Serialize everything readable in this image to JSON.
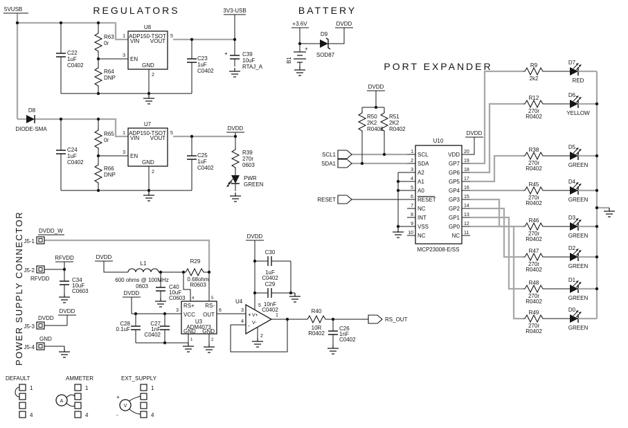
{
  "titles": {
    "regulators": "REGULATORS",
    "battery": "BATTERY",
    "port_expander": "PORT EXPANDER",
    "power_supply": "POWER SUPPLY CONNECTOR"
  },
  "nets": {
    "vusb5": "5VUSB",
    "v33usb": "3V3-USB",
    "dvdd": "DVDD",
    "p3v6": "+3.6V",
    "dvdd_w": "DVDD_W",
    "rfvdd": "RFVDD",
    "scl1": "SCL1",
    "sda1": "SDA1",
    "reset": "RESET",
    "rs_out": "RS_OUT",
    "gnd": "GND"
  },
  "reg1": {
    "ic": {
      "ref": "U8",
      "part": "ADP150-TSOT",
      "vin": "VIN",
      "en": "EN",
      "vout": "VOUT",
      "gnd": "GND",
      "n_vin": "1",
      "n_en": "3",
      "n_vout": "5",
      "n_gnd": "2"
    },
    "c_in": {
      "ref": "C22",
      "val": "1uF",
      "pkg": "C0402"
    },
    "r_top": {
      "ref": "R63",
      "val": "0r"
    },
    "r_bot": {
      "ref": "R64",
      "val": "DNP"
    },
    "c_out": {
      "ref": "C23",
      "val": "1uF",
      "pkg": "C0402"
    },
    "c_bulk": {
      "ref": "C39",
      "val": "10uF",
      "pkg": "RTAJ_A",
      "plus": "+"
    }
  },
  "reg2": {
    "d_in": {
      "ref": "D8",
      "pkg": "DIODE-SMA"
    },
    "ic": {
      "ref": "U7",
      "part": "ADP150-TSOT",
      "vin": "VIN",
      "en": "EN",
      "vout": "VOUT",
      "gnd": "GND",
      "n_vin": "1",
      "n_en": "3",
      "n_vout": "5",
      "n_gnd": "2"
    },
    "c_in": {
      "ref": "C24",
      "val": "1uF",
      "pkg": "C0402"
    },
    "r_top": {
      "ref": "R65",
      "val": "0r"
    },
    "r_bot": {
      "ref": "R66",
      "val": "DNP"
    },
    "c_out": {
      "ref": "C25",
      "val": "1uF",
      "pkg": "C0402"
    },
    "r_led": {
      "ref": "R39",
      "val": "270r",
      "pkg": "0603"
    },
    "led": {
      "ref": "PWR",
      "color": "GREEN"
    }
  },
  "battery": {
    "ref": "B1",
    "plus": "+",
    "diode": {
      "ref": "D9",
      "pkg": "SOD87"
    }
  },
  "px": {
    "r50": {
      "ref": "R50",
      "val": "2K2",
      "pkg": "R0402"
    },
    "r51": {
      "ref": "R51",
      "val": "2K2",
      "pkg": "R0402"
    },
    "u10": {
      "ref": "U10",
      "part": "MCP23008-E/SS",
      "left": [
        {
          "num": "1",
          "name": "SCL"
        },
        {
          "num": "2",
          "name": "SDA"
        },
        {
          "num": "3",
          "name": "A2"
        },
        {
          "num": "4",
          "name": "A1"
        },
        {
          "num": "5",
          "name": "A0"
        },
        {
          "num": "6",
          "name": "RESET"
        },
        {
          "num": "7",
          "name": "NC"
        },
        {
          "num": "8",
          "name": "INT"
        },
        {
          "num": "9",
          "name": "VSS"
        },
        {
          "num": "10",
          "name": "NC"
        }
      ],
      "right": [
        {
          "num": "20",
          "name": "VDD"
        },
        {
          "num": "19",
          "name": "GP7"
        },
        {
          "num": "18",
          "name": "GP6"
        },
        {
          "num": "17",
          "name": "GP5"
        },
        {
          "num": "16",
          "name": "GP4"
        },
        {
          "num": "15",
          "name": "GP3"
        },
        {
          "num": "14",
          "name": "GP2"
        },
        {
          "num": "13",
          "name": "GP1"
        },
        {
          "num": "12",
          "name": "GP0"
        },
        {
          "num": "11",
          "name": "NC"
        }
      ]
    }
  },
  "leds": {
    "rows": [
      {
        "r": "R9",
        "val": "2k2",
        "pkg": "",
        "d": "D7",
        "color": "RED"
      },
      {
        "r": "R12",
        "val": "270r",
        "pkg": "R0402",
        "d": "D6",
        "color": "YELLOW"
      },
      {
        "r": "R38",
        "val": "270r",
        "pkg": "R0402",
        "d": "D5",
        "color": "GREEN"
      },
      {
        "r": "R45",
        "val": "270r",
        "pkg": "R0402",
        "d": "D4",
        "color": "GREEN"
      },
      {
        "r": "R46",
        "val": "270r",
        "pkg": "R0402",
        "d": "D3",
        "color": "GREEN"
      },
      {
        "r": "R47",
        "val": "270r",
        "pkg": "R0402",
        "d": "D2",
        "color": "GREEN"
      },
      {
        "r": "R48",
        "val": "270r",
        "pkg": "R0402",
        "d": "D1",
        "color": "GREEN"
      },
      {
        "r": "R49",
        "val": "270r",
        "pkg": "R0402",
        "d": "D0",
        "color": "GREEN"
      }
    ]
  },
  "sense": {
    "l1": {
      "ref": "L1",
      "val": "600 ohms @ 100MHz",
      "pkg": "0603"
    },
    "c40": {
      "ref": "C40",
      "val": "10uF",
      "pkg": "C0603"
    },
    "r29": {
      "ref": "R29",
      "val": "0.68ohm",
      "pkg": "R0603"
    },
    "u3": {
      "ref": "U3",
      "part": "ADM4073",
      "rsp": "RS+",
      "rsm": "RS-",
      "vcc": "VCC",
      "out": "OUT",
      "gnd": "GND",
      "n_vcc": "3",
      "n_out": "6",
      "n_rsp": "4",
      "n_rsm": "5",
      "n_g1": "1",
      "n_g2": "2"
    },
    "c28": {
      "ref": "C28",
      "val": "0.1uF"
    },
    "c27": {
      "ref": "C27",
      "val": "1nF",
      "pkg": "C0402"
    },
    "u4": {
      "ref": "U4",
      "vp": "V+",
      "vm": "V-",
      "plus": "+",
      "minus": "-",
      "n_out": "1",
      "n_vm": "2",
      "n_p": "3",
      "n_m": "4",
      "n_vp": "5"
    },
    "c30": {
      "ref": "C30",
      "val": "1uF",
      "pkg": "C0402"
    },
    "c29": {
      "ref": "C29",
      "val": "10nF",
      "pkg": "C0402"
    },
    "r40": {
      "ref": "R40",
      "val": "10R",
      "pkg": "R0402"
    },
    "c26": {
      "ref": "C26",
      "val": "1nF",
      "pkg": "C0402"
    }
  },
  "conn": {
    "j1": {
      "ref": "J5-1"
    },
    "j2": {
      "ref": "J5-2",
      "label": "RFVDD"
    },
    "j3": {
      "ref": "J5-3",
      "label": "DVDD"
    },
    "j4": {
      "ref": "J5-4",
      "label": "GND"
    },
    "c34": {
      "ref": "C34",
      "val": "10uF",
      "pkg": "C0603"
    }
  },
  "legend": {
    "default": {
      "title": "DEFAULT",
      "p1": "1",
      "p4": "4"
    },
    "ammeter": {
      "title": "AMMETER",
      "sym": "A",
      "p1": "1",
      "p4": "4"
    },
    "ext": {
      "title": "EXT_SUPPLY",
      "sym": "V",
      "plus": "+",
      "minus": "-",
      "p1": "1",
      "p4": "4"
    }
  }
}
